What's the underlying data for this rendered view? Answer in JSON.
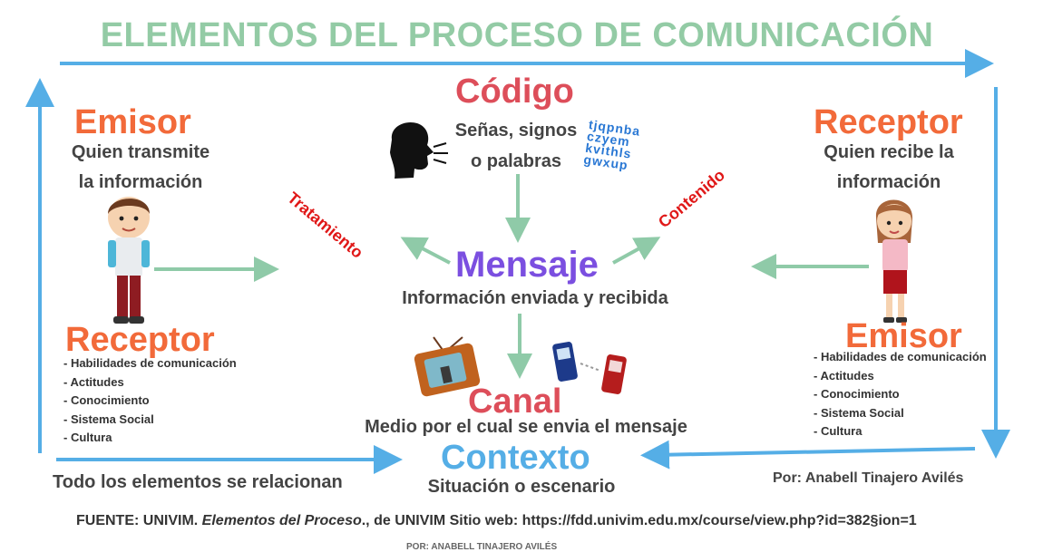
{
  "title": "ELEMENTOS DEL PROCESO DE COMUNICACIÓN",
  "left": {
    "emisor_title": "Emisor",
    "emisor_desc_1": "Quien transmite",
    "emisor_desc_2": "la información",
    "receptor_title": "Receptor",
    "list": [
      "- Habilidades de comunicación",
      "- Actitudes",
      "- Conocimiento",
      "- Sistema Social",
      "- Cultura"
    ]
  },
  "right": {
    "receptor_title": "Receptor",
    "receptor_desc_1": "Quien recibe la",
    "receptor_desc_2": "información",
    "emisor_title": "Emisor",
    "list": [
      "- Habilidades de comunicación",
      "- Actitudes",
      "- Conocimiento",
      "- Sistema Social",
      "- Cultura"
    ]
  },
  "codigo": {
    "title": "Código",
    "desc_1": "Señas, signos",
    "desc_2": "o palabras",
    "letters": "tjqpnba czyem kvithls gwxup"
  },
  "mensaje": {
    "title": "Mensaje",
    "desc": "Información enviada y recibida"
  },
  "tratamiento": "Tratamiento",
  "contenido": "Contenido",
  "canal": {
    "title": "Canal",
    "desc": "Medio por el cual se envia el mensaje"
  },
  "contexto": {
    "title": "Contexto",
    "desc": "Situación o escenario"
  },
  "relacion": "Todo los elementos se relacionan",
  "author": "Por: Anabell Tinajero Avilés",
  "fuente": {
    "prefix": "FUENTE: UNIVIM. ",
    "italic": "Elementos del Proceso",
    "suffix": "., de UNIVIM Sitio web: https://fdd.univim.edu.mx/course/view.php?id=382§ion=1"
  },
  "footer_cut": "POR: ANABELL TINAJERO AVILÉS",
  "colors": {
    "title": "#93cba5",
    "arrow_blue": "#55aee6",
    "arrow_green": "#8fcaa8",
    "orange": "#f26a3a",
    "red": "#dd4e5a",
    "purple": "#7b4fe0"
  }
}
